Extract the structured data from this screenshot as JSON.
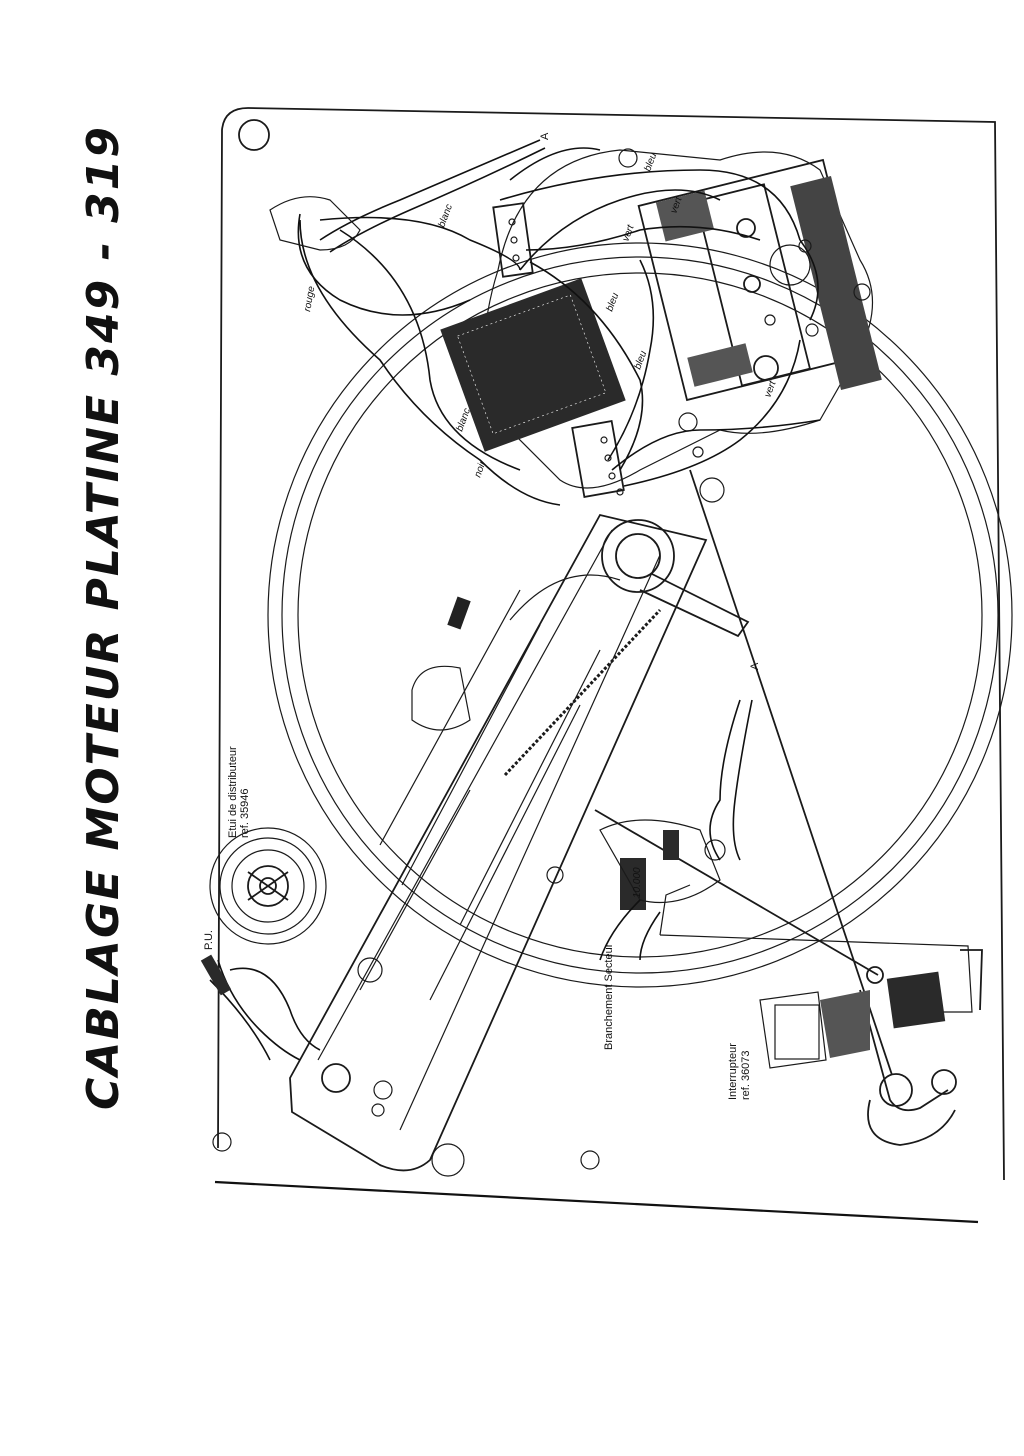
{
  "title": "CABLAGE MOTEUR   PLATINE 349 - 319",
  "labels": {
    "etui_line1": "Etui de distributeur",
    "etui_line2": "ref. 35946",
    "pu": "P.U.",
    "branchement": "Branchement Secteur",
    "interrupteur_line1": "Interrupteur",
    "interrupteur_line2": "ref. 36073",
    "point_a_top": "A",
    "point_a_mid": "A",
    "switch_text": "10.000"
  },
  "wire_colors": {
    "bleu_top": "bleu",
    "vert_1": "vert",
    "vert_2": "vert",
    "bleu_mid": "bleu",
    "bleu_low": "bleu",
    "vert_low": "vert",
    "blanc_top": "blanc",
    "rouge": "rouge",
    "blanc_low": "blanc",
    "noir": "noir"
  }
}
